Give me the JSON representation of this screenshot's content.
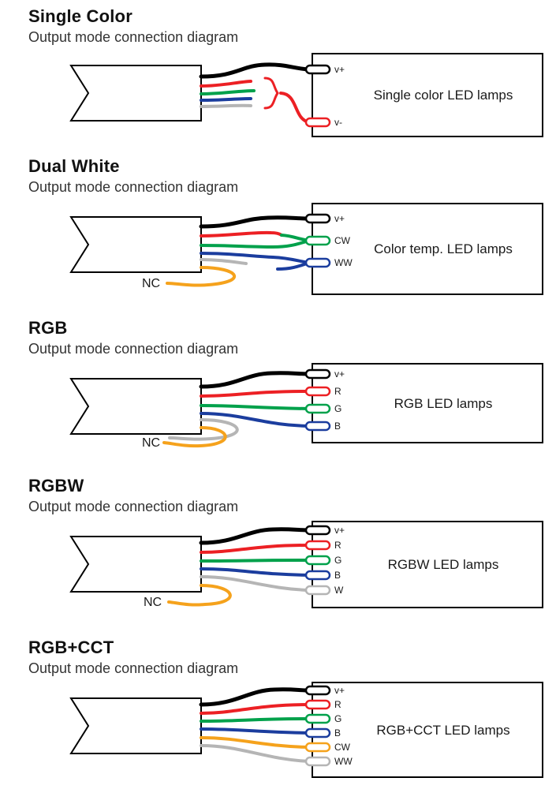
{
  "colors": {
    "black": "#000000",
    "red": "#ec2024",
    "green": "#00a14b",
    "blue": "#1b3d9e",
    "gray": "#b5b5b5",
    "orange": "#f5a21c"
  },
  "sections": [
    {
      "title": "Single Color",
      "subtitle": "Output mode connection diagram",
      "box_label": "Single color LED lamps",
      "terminals": [
        {
          "label": "v+",
          "color": "#000000"
        },
        {
          "label": "v-",
          "color": "#ec2024"
        }
      ]
    },
    {
      "title": "Dual White",
      "subtitle": "Output mode connection diagram",
      "box_label": "Color temp. LED lamps",
      "nc_label": "NC",
      "terminals": [
        {
          "label": "v+",
          "color": "#000000"
        },
        {
          "label": "CW",
          "color": "#00a14b"
        },
        {
          "label": "WW",
          "color": "#1b3d9e"
        }
      ]
    },
    {
      "title": "RGB",
      "subtitle": "Output mode connection diagram",
      "box_label": "RGB LED lamps",
      "nc_label": "NC",
      "terminals": [
        {
          "label": "v+",
          "color": "#000000"
        },
        {
          "label": "R",
          "color": "#ec2024"
        },
        {
          "label": "G",
          "color": "#00a14b"
        },
        {
          "label": "B",
          "color": "#1b3d9e"
        }
      ]
    },
    {
      "title": "RGBW",
      "subtitle": "Output mode connection diagram",
      "box_label": "RGBW LED lamps",
      "nc_label": "NC",
      "terminals": [
        {
          "label": "v+",
          "color": "#000000"
        },
        {
          "label": "R",
          "color": "#ec2024"
        },
        {
          "label": "G",
          "color": "#00a14b"
        },
        {
          "label": "B",
          "color": "#1b3d9e"
        },
        {
          "label": "W",
          "color": "#b5b5b5"
        }
      ]
    },
    {
      "title": "RGB+CCT",
      "subtitle": "Output mode connection diagram",
      "box_label": "RGB+CCT LED lamps",
      "terminals": [
        {
          "label": "v+",
          "color": "#000000"
        },
        {
          "label": "R",
          "color": "#ec2024"
        },
        {
          "label": "G",
          "color": "#00a14b"
        },
        {
          "label": "B",
          "color": "#1b3d9e"
        },
        {
          "label": "CW",
          "color": "#f5a21c"
        },
        {
          "label": "WW",
          "color": "#b5b5b5"
        }
      ]
    }
  ]
}
